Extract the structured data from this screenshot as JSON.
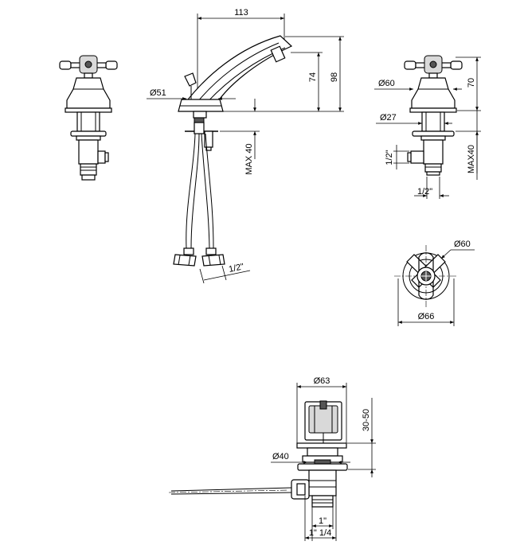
{
  "dimensions": {
    "spout_length": "113",
    "spout_height_outlet": "74",
    "spout_height_total": "98",
    "spout_base_dia": "Ø51",
    "spout_max_deck": "MAX 40",
    "hose_thread": "1/2\"",
    "valve_base_dia": "Ø60",
    "valve_height": "70",
    "valve_shank_dia": "Ø27",
    "valve_side_thread": "1/2\"",
    "valve_max_deck": "MAX40",
    "valve_bottom_thread": "1/2\"",
    "handle_base_dia": "Ø60",
    "handle_span_dia": "Ø66",
    "waste_top_dia": "Ø63",
    "waste_height": "30-50",
    "waste_body_dia": "Ø40",
    "waste_thread_1": "1\"",
    "waste_thread_2": "1\" 1/4"
  }
}
